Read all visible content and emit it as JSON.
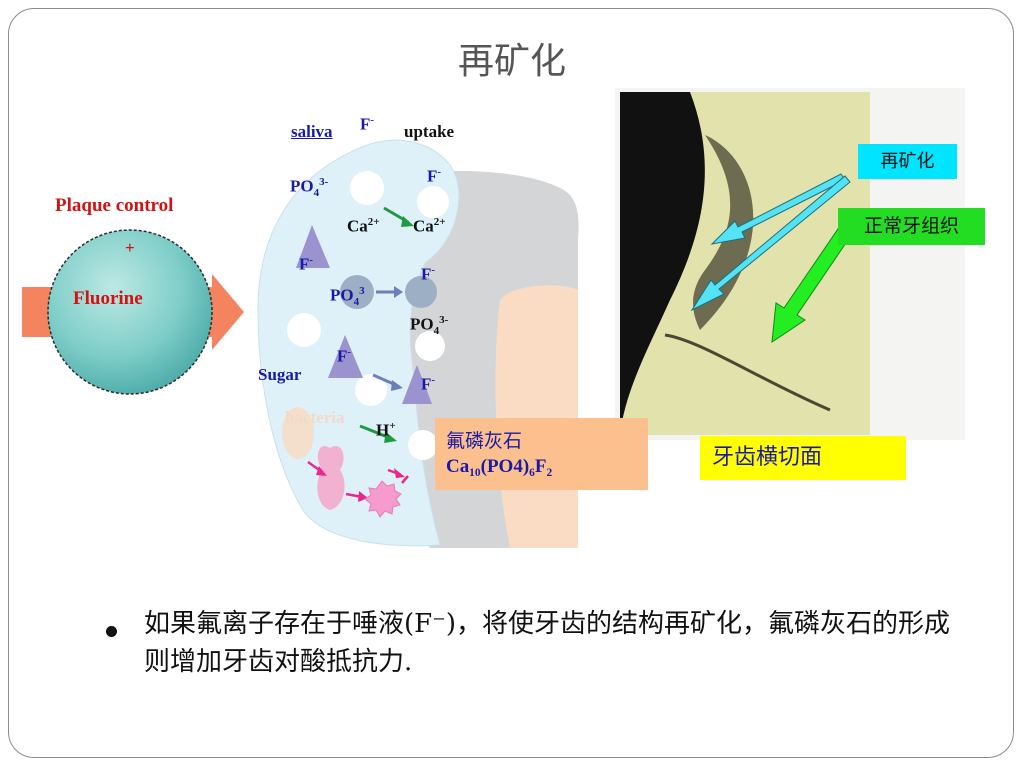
{
  "slide": {
    "title": "再矿化",
    "bullet": "如果氟离子存在于唾液(F⁻)，将使牙齿的结构再矿化，氟磷灰石的形成则增加牙齿对酸抵抗力."
  },
  "diagram": {
    "plaque_control": "Plaque control",
    "plus": "+",
    "fluorine": "Fluorine",
    "saliva": "saliva",
    "uptake": "uptake",
    "sugar": "Sugar",
    "bacteria": "bacteria",
    "h_plus": "H",
    "fluorapatite_zh": "氟磷灰石",
    "fluorapatite_formula": "Ca₁₀(PO4)₆F₂"
  },
  "photo": {
    "label_remin": "再矿化",
    "label_normal": "正常牙组织",
    "caption": "牙齿横切面"
  },
  "colors": {
    "saliva_fill": "#dff1f8",
    "tooth_fill": "#d3d5d7",
    "dentin_fill": "#fadcc4",
    "sphere": "#7ecdc8",
    "arrow_orange": "#f4845f",
    "ion_purple": "#9a93cf",
    "text_blue": "#1a1aa6",
    "label_cyan": "#00e5ff",
    "label_green": "#22dd22",
    "caption_yellow": "#ffff00",
    "formula_box": "#fcc08e"
  }
}
